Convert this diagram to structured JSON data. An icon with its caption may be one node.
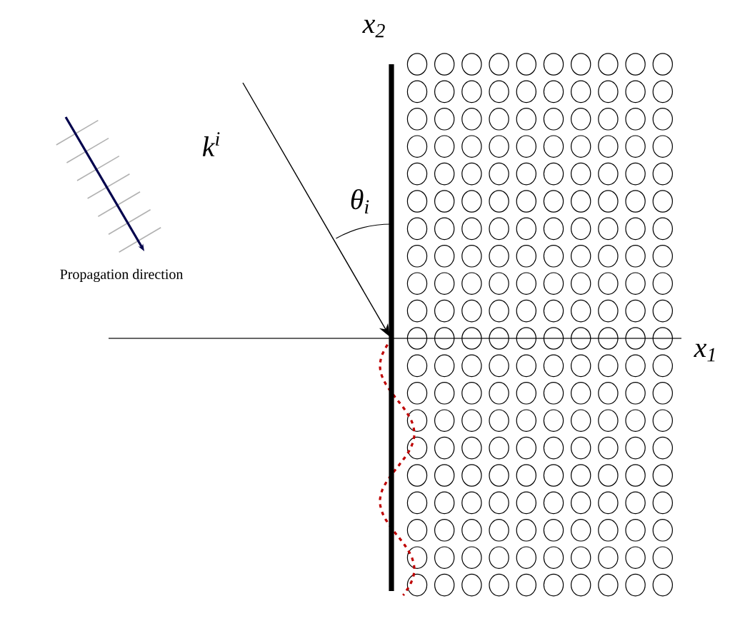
{
  "diagram": {
    "labels": [
      "x$_{2}$",
      "k$^{i}$",
      "θ$_{i}$",
      "Propagation direction",
      "x$_{1}$"
    ]
  }
}
